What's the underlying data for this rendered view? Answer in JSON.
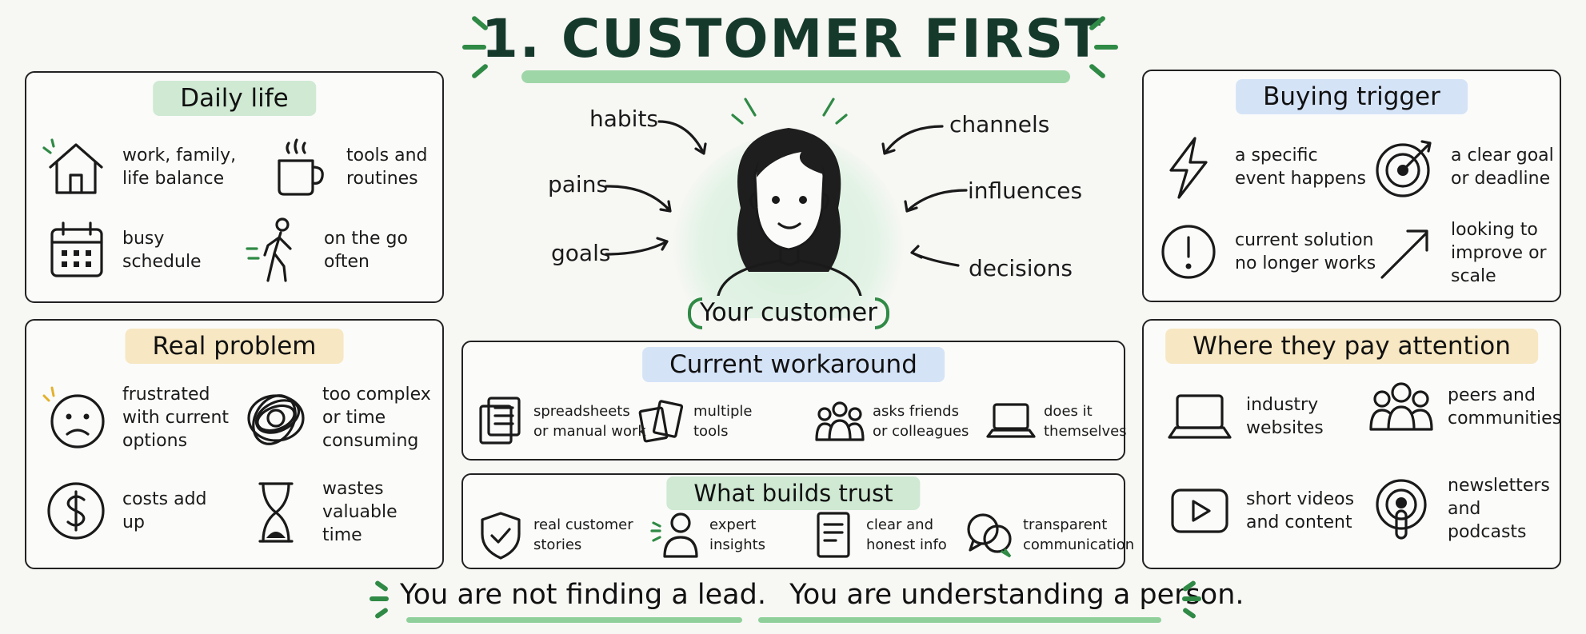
{
  "title": "1. CUSTOMER FIRST",
  "center": {
    "label": "Your customer",
    "left_labels": [
      "habits",
      "pains",
      "goals"
    ],
    "right_labels": [
      "channels",
      "influences",
      "decisions"
    ]
  },
  "daily_life": {
    "title": "Daily life",
    "items": [
      {
        "icon": "house-icon",
        "text": "work, family,\nlife balance"
      },
      {
        "icon": "coffee-cup-icon",
        "text": "tools and\nroutines"
      },
      {
        "icon": "calendar-icon",
        "text": "busy\nschedule"
      },
      {
        "icon": "walking-person-icon",
        "text": "on the go\noften"
      }
    ]
  },
  "real_problem": {
    "title": "Real problem",
    "items": [
      {
        "icon": "sad-face-icon",
        "text": "frustrated\nwith current\noptions"
      },
      {
        "icon": "tangle-icon",
        "text": "too complex\nor time\nconsuming"
      },
      {
        "icon": "dollar-icon",
        "text": "costs add\nup"
      },
      {
        "icon": "hourglass-icon",
        "text": "wastes\nvaluable time"
      }
    ]
  },
  "buying_trigger": {
    "title": "Buying trigger",
    "items": [
      {
        "icon": "lightning-icon",
        "text": "a specific\nevent happens"
      },
      {
        "icon": "target-icon",
        "text": "a clear goal\nor deadline"
      },
      {
        "icon": "exclamation-icon",
        "text": "current solution\nno longer works"
      },
      {
        "icon": "arrow-up-right-icon",
        "text": "looking to\nimprove or scale"
      }
    ]
  },
  "attention": {
    "title": "Where they pay attention",
    "items": [
      {
        "icon": "laptop-icon",
        "text": "industry\nwebsites"
      },
      {
        "icon": "group-icon",
        "text": "peers and\ncommunities"
      },
      {
        "icon": "video-play-icon",
        "text": "short videos\nand content"
      },
      {
        "icon": "podcast-icon",
        "text": "newsletters\nand podcasts"
      }
    ]
  },
  "workaround": {
    "title": "Current workaround",
    "items": [
      {
        "icon": "documents-icon",
        "text": "spreadsheets\nor manual work"
      },
      {
        "icon": "multiple-pages-icon",
        "text": "multiple\ntools"
      },
      {
        "icon": "people-icon",
        "text": "asks friends\nor colleagues"
      },
      {
        "icon": "laptop-icon",
        "text": "does it\nthemselves"
      }
    ]
  },
  "trust": {
    "title": "What builds trust",
    "items": [
      {
        "icon": "shield-check-icon",
        "text": "real customer\nstories"
      },
      {
        "icon": "expert-person-icon",
        "text": "expert\ninsights"
      },
      {
        "icon": "document-icon",
        "text": "clear and\nhonest info"
      },
      {
        "icon": "chat-bubbles-icon",
        "text": "transparent\ncommunication"
      }
    ]
  },
  "footer": {
    "part1": "You are not finding a lead.",
    "part2": "You are understanding a person."
  },
  "colors": {
    "accent_green": "#2f8a45",
    "highlight_green": "#cfe9d3",
    "highlight_blue": "#d5e3f7",
    "highlight_yellow": "#f7e7c2"
  }
}
